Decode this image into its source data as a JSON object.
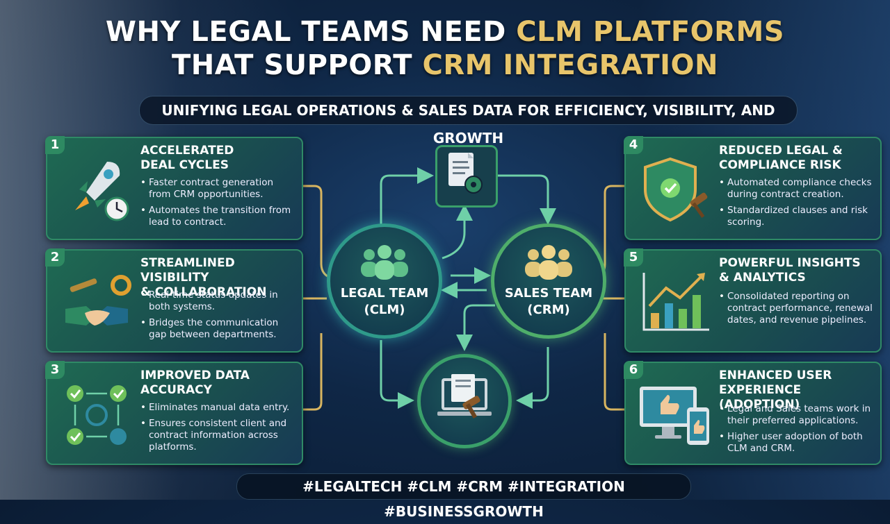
{
  "title": {
    "line1_plain": "WHY LEGAL TEAMS NEED ",
    "line1_highlight": "CLM PLATFORMS",
    "line2_plain": "THAT SUPPORT ",
    "line2_highlight": "CRM INTEGRATION"
  },
  "subtitle": "UNIFYING LEGAL OPERATIONS & SALES DATA FOR EFFICIENCY, VISIBILITY, AND GROWTH",
  "center": {
    "legal_team": "LEGAL TEAM",
    "legal_sub": "(CLM)",
    "sales_team": "SALES TEAM",
    "sales_sub": "(CRM)"
  },
  "cards": [
    {
      "num": "1",
      "title_l1": "ACCELERATED",
      "title_l2": "DEAL CYCLES",
      "b1": "Faster contract generation from CRM opportunities.",
      "b2": "Automates the transition from lead to contract."
    },
    {
      "num": "2",
      "title_l1": "STREAMLINED VISIBILITY",
      "title_l2": "& COLLABORATION",
      "b1": "Real-time status updates in both systems.",
      "b2": "Bridges the communication gap between departments."
    },
    {
      "num": "3",
      "title_l1": "IMPROVED DATA",
      "title_l2": "ACCURACY",
      "b1": "Eliminates manual data entry.",
      "b2": "Ensures consistent client and contract information across platforms."
    },
    {
      "num": "4",
      "title_l1": "REDUCED LEGAL &",
      "title_l2": "COMPLIANCE RISK",
      "b1": "Automated compliance checks during contract creation.",
      "b2": "Standardized clauses and risk scoring."
    },
    {
      "num": "5",
      "title_l1": "POWERFUL INSIGHTS",
      "title_l2": "& ANALYTICS",
      "b1": "Consolidated reporting on contract performance, renewal dates, and revenue pipelines.",
      "b2": ""
    },
    {
      "num": "6",
      "title_l1": "ENHANCED USER",
      "title_l2": "EXPERIENCE (ADOPTION)",
      "b1": "Legal and Sales teams work in their preferred applications.",
      "b2": "Higher user adoption of both CLM and CRM."
    }
  ],
  "hashtags": "#LEGALTECH #CLM #CRM #INTEGRATION #BUSINESSGROWTH",
  "colors": {
    "accent_gold": "#e8c56b",
    "card_green": "#2f8a66",
    "teal": "#2f9a8a"
  }
}
